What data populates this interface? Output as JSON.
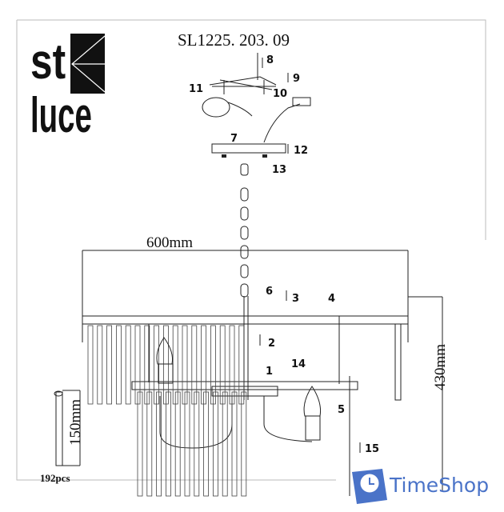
{
  "brand": {
    "logo_text": "st luce",
    "logo_lines": [
      "st",
      "luce"
    ]
  },
  "title": "SL1225. 203. 09",
  "dimensions": {
    "width": "600mm",
    "height": "430mm",
    "crystal_length": "150mm",
    "crystal_count": "192pcs"
  },
  "part_labels": [
    {
      "id": "8",
      "text": "8"
    },
    {
      "id": "9",
      "text": "9"
    },
    {
      "id": "10",
      "text": "10"
    },
    {
      "id": "11",
      "text": "11"
    },
    {
      "id": "7",
      "text": "7"
    },
    {
      "id": "12",
      "text": "12"
    },
    {
      "id": "13",
      "text": "13"
    },
    {
      "id": "6",
      "text": "6"
    },
    {
      "id": "3",
      "text": "3"
    },
    {
      "id": "4",
      "text": "4"
    },
    {
      "id": "2",
      "text": "2"
    },
    {
      "id": "14",
      "text": "14"
    },
    {
      "id": "1",
      "text": "1"
    },
    {
      "id": "5",
      "text": "5"
    },
    {
      "id": "15",
      "text": "15"
    }
  ],
  "watermark": {
    "text": "TimeShop",
    "color": "#4a73c8"
  },
  "colors": {
    "line": "#222222",
    "background": "#ffffff"
  }
}
